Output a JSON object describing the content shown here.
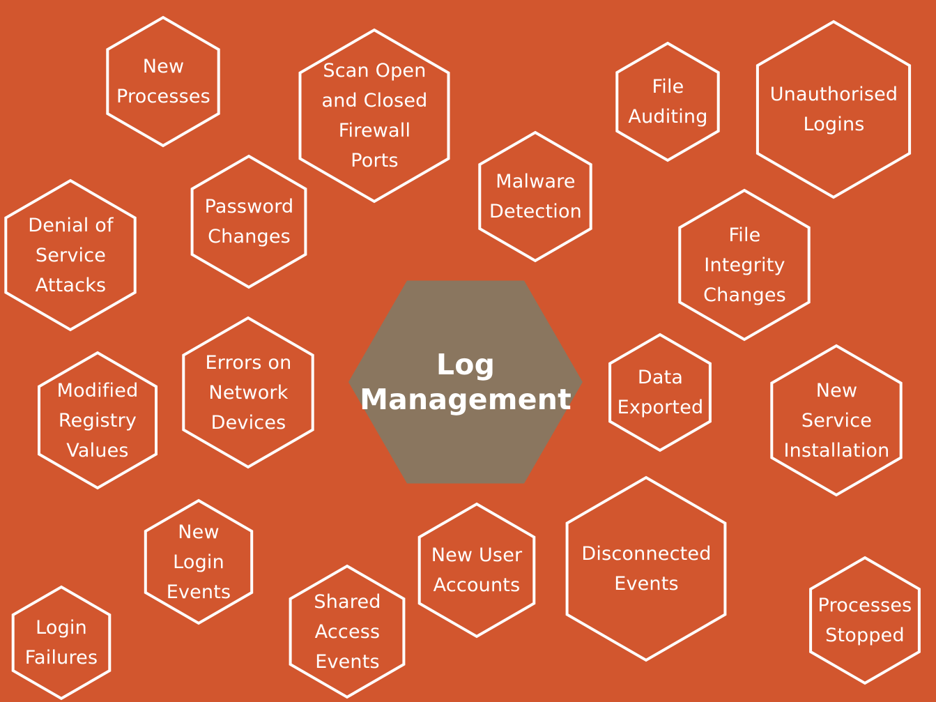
{
  "diagram": {
    "background": "#D2562E",
    "outline_color": "#FFFFFF",
    "center_fill": "#8A765F",
    "center": {
      "id": "center",
      "lines": [
        "Log",
        "Management"
      ]
    },
    "nodes": [
      {
        "id": "new-processes",
        "lines": [
          "New",
          "Processes"
        ]
      },
      {
        "id": "scan-open-closed-firewall-ports",
        "lines": [
          "Scan Open",
          "and Closed",
          "Firewall",
          "Ports"
        ]
      },
      {
        "id": "file-auditing",
        "lines": [
          "File",
          "Auditing"
        ]
      },
      {
        "id": "unauthorised-logins",
        "lines": [
          "Unauthorised",
          "Logins"
        ]
      },
      {
        "id": "malware-detection",
        "lines": [
          "Malware",
          "Detection"
        ]
      },
      {
        "id": "password-changes",
        "lines": [
          "Password",
          "Changes"
        ]
      },
      {
        "id": "denial-of-service-attacks",
        "lines": [
          "Denial of",
          "Service",
          "Attacks"
        ]
      },
      {
        "id": "file-integrity-changes",
        "lines": [
          "File",
          "Integrity",
          "Changes"
        ]
      },
      {
        "id": "errors-on-network-devices",
        "lines": [
          "Errors on",
          "Network",
          "Devices"
        ]
      },
      {
        "id": "modified-registry-values",
        "lines": [
          "Modified",
          "Registry",
          "Values"
        ]
      },
      {
        "id": "data-exported",
        "lines": [
          "Data",
          "Exported"
        ]
      },
      {
        "id": "new-service-installation",
        "lines": [
          "New",
          "Service",
          "Installation"
        ]
      },
      {
        "id": "new-login-events",
        "lines": [
          "New",
          "Login",
          "Events"
        ]
      },
      {
        "id": "new-user-accounts",
        "lines": [
          "New User",
          "Accounts"
        ]
      },
      {
        "id": "disconnected-events",
        "lines": [
          "Disconnected",
          "Events"
        ]
      },
      {
        "id": "login-failures",
        "lines": [
          "Login",
          "Failures"
        ]
      },
      {
        "id": "shared-access-events",
        "lines": [
          "Shared",
          "Access",
          "Events"
        ]
      },
      {
        "id": "processes-stopped",
        "lines": [
          "Processes",
          "Stopped"
        ]
      }
    ]
  }
}
